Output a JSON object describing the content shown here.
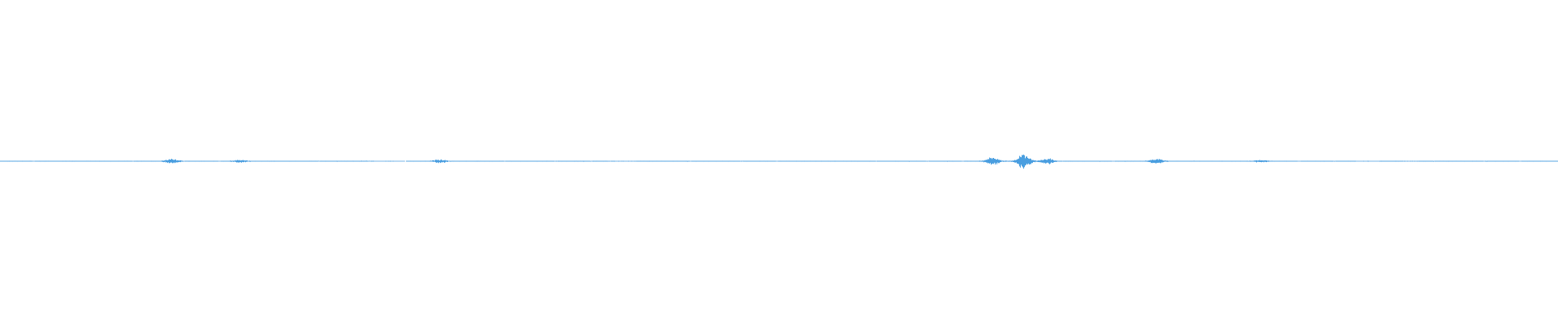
{
  "waveform": {
    "color": "#4a9fe0",
    "background": "#ffffff",
    "baseline_amplitude": 0.04,
    "bursts": [
      {
        "position": 0.11,
        "amplitude": 0.3
      },
      {
        "position": 0.154,
        "amplitude": 0.18
      },
      {
        "position": 0.282,
        "amplitude": 0.22
      },
      {
        "position": 0.637,
        "amplitude": 0.55
      },
      {
        "position": 0.657,
        "amplitude": 1.0
      },
      {
        "position": 0.672,
        "amplitude": 0.4
      },
      {
        "position": 0.742,
        "amplitude": 0.35
      },
      {
        "position": 0.809,
        "amplitude": 0.15
      }
    ],
    "gaps": [
      {
        "start": 0.24,
        "end": 0.26
      },
      {
        "start": 0.39,
        "end": 0.408
      },
      {
        "start": 0.87,
        "end": 0.885
      },
      {
        "start": 0.9,
        "end": 0.91
      }
    ]
  }
}
